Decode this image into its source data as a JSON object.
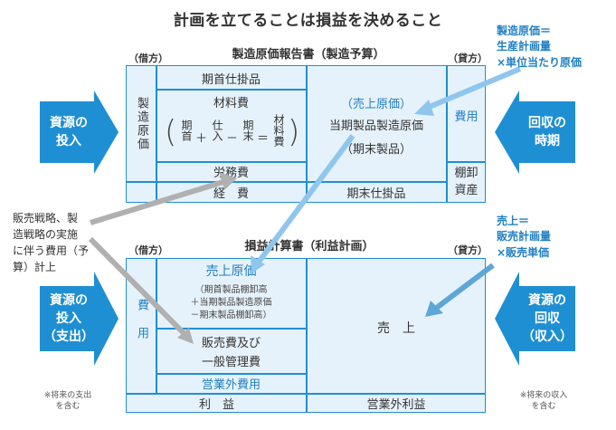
{
  "title": "計画を立てることは損益を決めること",
  "upper": {
    "heading": "製造原価報告書（製造予算）",
    "debit": "（借方）",
    "credit": "（貸方）",
    "manufacturing_cost_label": "製造原価",
    "beginning_wip": "期首仕掛品",
    "materials": "材料費",
    "formula_parts": [
      "期首",
      "仕入",
      "期末",
      "材料費"
    ],
    "formula_ops": [
      "＋",
      "－",
      "＝"
    ],
    "labor": "労務費",
    "overhead": "経　費",
    "cogs_paren": "（売上原価）",
    "current_cost": "当期製品製造原価",
    "ending_goods": "（期末製品）",
    "expenses_label": "費用",
    "inventory_label": "棚卸資産",
    "ending_wip": "期末仕掛品"
  },
  "lower": {
    "heading": "損益計算書（利益計画）",
    "debit": "（借方）",
    "credit": "（貸方）",
    "expenses_label": "費用",
    "cogs": "売上原価",
    "cogs_detail": [
      "（期首製品棚卸高",
      "＋当期製品製造原価",
      "－期末製品棚卸高）"
    ],
    "sga_line1": "販売費及び",
    "sga_line2": "一般管理費",
    "non_operating_expense": "営業外費用",
    "profit": "利　益",
    "sales": "売　上",
    "non_operating_income": "営業外利益"
  },
  "arrows": {
    "input_top": [
      "資源の",
      "投入"
    ],
    "recovery_top": [
      "回収の",
      "時期"
    ],
    "input_bottom": [
      "資源の",
      "投入",
      "（支出）"
    ],
    "recovery_bottom": [
      "資源の",
      "回収",
      "（収入）"
    ]
  },
  "notes": {
    "left": [
      "※将来の支出",
      "を含む"
    ],
    "right": [
      "※将来の収入",
      "を含む"
    ]
  },
  "annotations": {
    "manufacturing_cost": [
      "製造原価＝",
      "生産計画量",
      "×単位当たり原価"
    ],
    "sales": [
      "売上＝",
      "販売計画量",
      "×販売単価"
    ]
  },
  "side_note": [
    "販売戦略、製",
    "造戦略の実施",
    "に伴う費用（予",
    "算）計上"
  ],
  "colors": {
    "accent": "#1f8fd3",
    "cell_fill": "#e6f2fb",
    "arrow_light": "#8fc6ee",
    "arrow_gray": "#b0b0b0"
  }
}
